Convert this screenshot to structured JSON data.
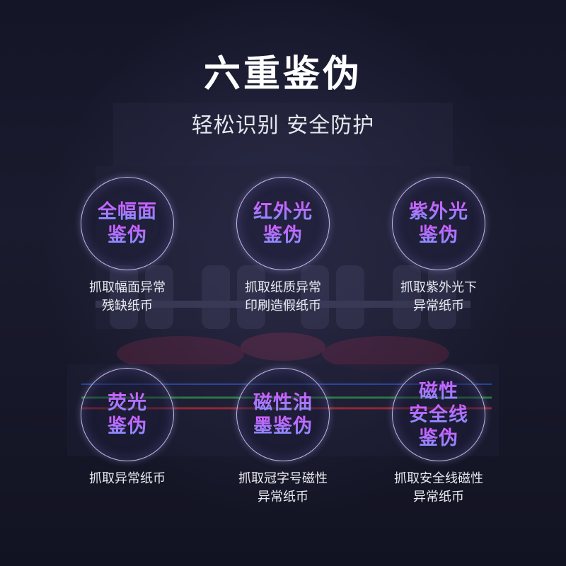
{
  "header": {
    "title": "六重鉴伪",
    "subtitle": "轻松识别 安全防护"
  },
  "features": [
    {
      "circle_lines": [
        "全幅面",
        "鉴伪"
      ],
      "desc_lines": [
        "抓取幅面异常",
        "残缺纸币"
      ]
    },
    {
      "circle_lines": [
        "红外光",
        "鉴伪"
      ],
      "desc_lines": [
        "抓取纸质异常",
        "印刷造假纸币"
      ]
    },
    {
      "circle_lines": [
        "紫外光",
        "鉴伪"
      ],
      "desc_lines": [
        "抓取紫外光下",
        "异常纸币"
      ]
    },
    {
      "circle_lines": [
        "荧光",
        "鉴伪"
      ],
      "desc_lines": [
        "抓取异常纸币"
      ]
    },
    {
      "circle_lines": [
        "磁性油",
        "墨鉴伪"
      ],
      "desc_lines": [
        "抓取冠字号磁性",
        "异常纸币"
      ]
    },
    {
      "circle_lines": [
        "磁性",
        "安全线",
        "鉴伪"
      ],
      "desc_lines": [
        "抓取安全线磁性",
        "异常纸币"
      ]
    }
  ],
  "colors": {
    "background": "#141628",
    "circle_text_top": "#d65cff",
    "circle_text_bottom": "#7d9bff",
    "line_red": "#ff3b3b",
    "line_green": "#3bd35a",
    "line_blue": "#3b6bff"
  }
}
